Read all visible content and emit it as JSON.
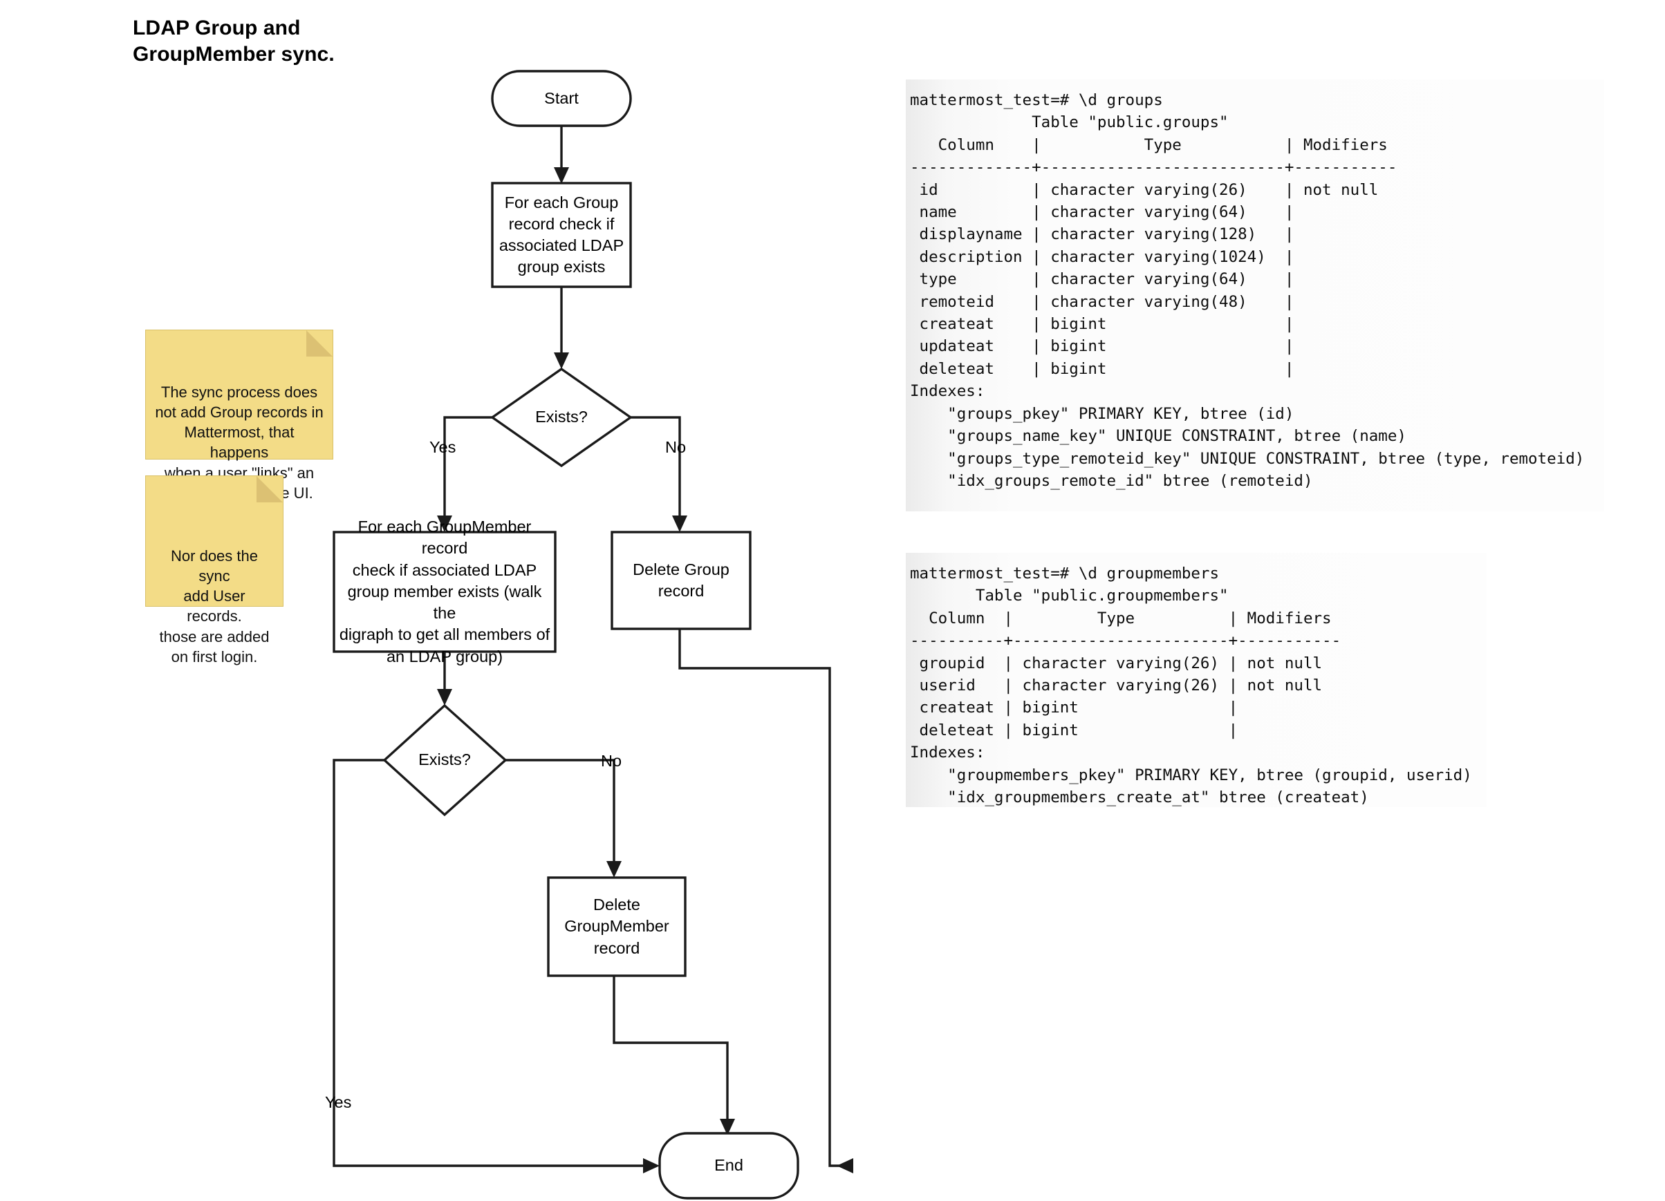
{
  "title": {
    "text": "LDAP Group and\nGroupMember sync."
  },
  "flowchart": {
    "nodes": {
      "start": {
        "label": "Start",
        "shape": "terminator"
      },
      "for_each_group": {
        "label": "For each Group\nrecord check if\nassociated LDAP\ngroup exists",
        "shape": "process"
      },
      "exists_group": {
        "label": "Exists?",
        "shape": "decision"
      },
      "for_each_groupmember": {
        "label": "For each GroupMember record\ncheck if associated LDAP\ngroup member exists (walk the\ndigraph to get all members of\nan LDAP group)",
        "shape": "process"
      },
      "delete_group": {
        "label": "Delete Group\nrecord",
        "shape": "process"
      },
      "exists_member": {
        "label": "Exists?",
        "shape": "decision"
      },
      "delete_groupmember": {
        "label": "Delete\nGroupMember\nrecord",
        "shape": "process"
      },
      "end": {
        "label": "End",
        "shape": "terminator"
      }
    },
    "edge_labels": {
      "group_yes": "Yes",
      "group_no": "No",
      "member_no": "No",
      "member_yes": "Yes"
    }
  },
  "notes": [
    {
      "id": "note-no-group-add",
      "text": "The sync process does\nnot add Group records in\nMattermost, that happens\nwhen a user \"links\" an\nLDAP group in the UI."
    },
    {
      "id": "note-no-user-add",
      "text": "Nor does the sync\nadd User records.\nthose are added\non first login."
    }
  ],
  "terminals": [
    {
      "id": "terminal-groups",
      "lines": [
        "mattermost_test=# \\d groups",
        "             Table \"public.groups\"",
        "   Column    |           Type           | Modifiers",
        "-------------+--------------------------+-----------",
        " id          | character varying(26)    | not null",
        " name        | character varying(64)    |",
        " displayname | character varying(128)   |",
        " description | character varying(1024)  |",
        " type        | character varying(64)    |",
        " remoteid    | character varying(48)    |",
        " createat    | bigint                   |",
        " updateat    | bigint                   |",
        " deleteat    | bigint                   |",
        "Indexes:",
        "    \"groups_pkey\" PRIMARY KEY, btree (id)",
        "    \"groups_name_key\" UNIQUE CONSTRAINT, btree (name)",
        "    \"groups_type_remoteid_key\" UNIQUE CONSTRAINT, btree (type, remoteid)",
        "    \"idx_groups_remote_id\" btree (remoteid)",
        "",
        "         _"
      ]
    },
    {
      "id": "terminal-groupmembers",
      "lines": [
        "mattermost_test=# \\d groupmembers",
        "       Table \"public.groupmembers\"",
        "  Column  |         Type          | Modifiers",
        "----------+-----------------------+-----------",
        " groupid  | character varying(26) | not null",
        " userid   | character varying(26) | not null",
        " createat | bigint                |",
        " deleteat | bigint                |",
        "Indexes:",
        "    \"groupmembers_pkey\" PRIMARY KEY, btree (groupid, userid)",
        "    \"idx_groupmembers_create_at\" btree (createat)"
      ]
    }
  ],
  "colors": {
    "sticky_fill": "#f3dc87",
    "sticky_fold": "#dcc173",
    "stroke": "#1a1a1a",
    "node_fill": "#ffffff",
    "terminal_bg": "#f5f5f5"
  }
}
